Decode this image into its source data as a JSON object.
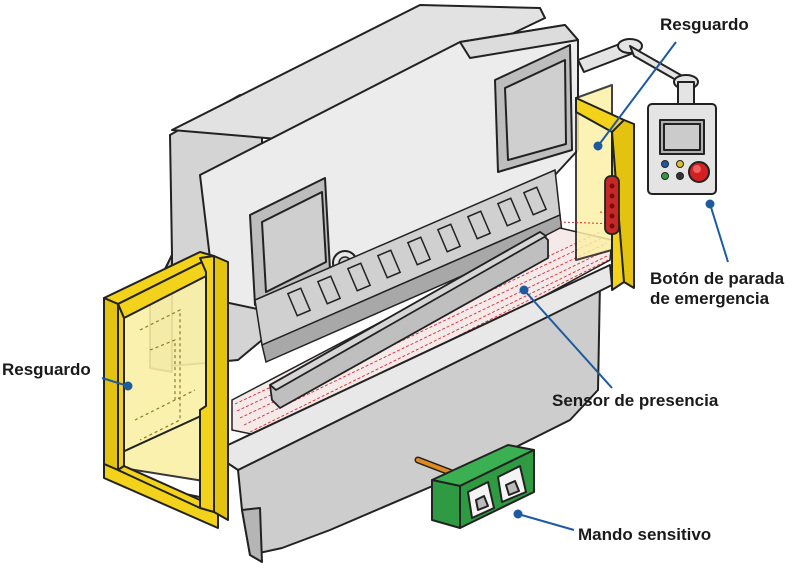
{
  "labels": {
    "guard_top": "Resguardo",
    "guard_left": "Resguardo",
    "emergency_line1": "Botón de parada",
    "emergency_line2": "de emergencia",
    "presence_sensor": "Sensor de presencia",
    "two_hand_control": "Mando sensitivo"
  },
  "colors": {
    "guard": "#f2d21a",
    "guard_fill": "#fbf0a6",
    "machine": "#d8d8d8",
    "machine_light": "#ececec",
    "machine_dark": "#b9b9b9",
    "control_box": "#2e9b43",
    "pointer": "#1e5aa0",
    "laser": "#d03030",
    "stop_button": "#d42020"
  },
  "icons": {
    "control_panel": "control-panel-icon",
    "emergency_stop": "emergency-stop-icon"
  }
}
